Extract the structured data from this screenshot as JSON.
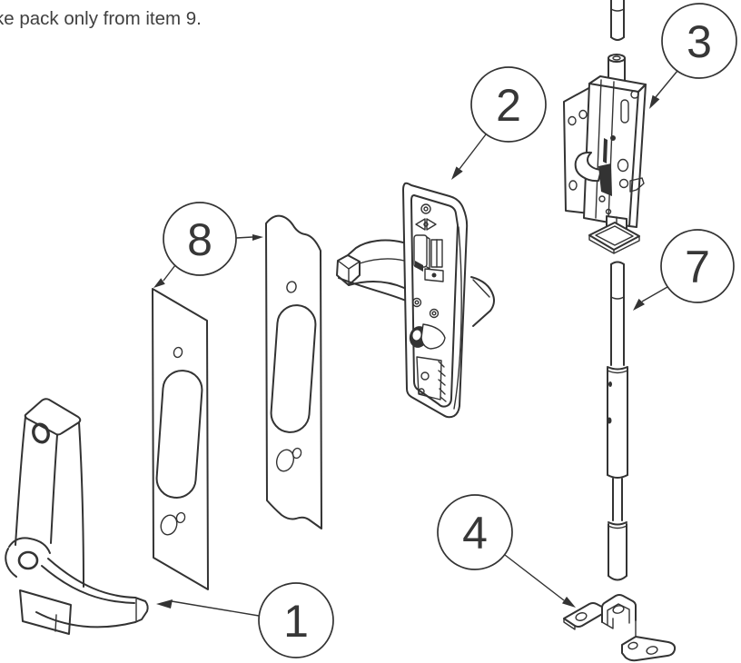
{
  "note": {
    "text": "ke pack only from item 9."
  },
  "colors": {
    "line": "#333333",
    "note_text": "#3f3f3f",
    "callout_text": "#373737",
    "background": "#ffffff"
  },
  "callouts": [
    {
      "number": "1",
      "part": "exterior-lever-trim"
    },
    {
      "number": "2",
      "part": "interior-handle-assembly"
    },
    {
      "number": "3",
      "part": "lock-body"
    },
    {
      "number": "4",
      "part": "rod-guide-bracket"
    },
    {
      "number": "7",
      "part": "connecting-rod"
    },
    {
      "number": "8",
      "part": "spacer-plates"
    }
  ]
}
